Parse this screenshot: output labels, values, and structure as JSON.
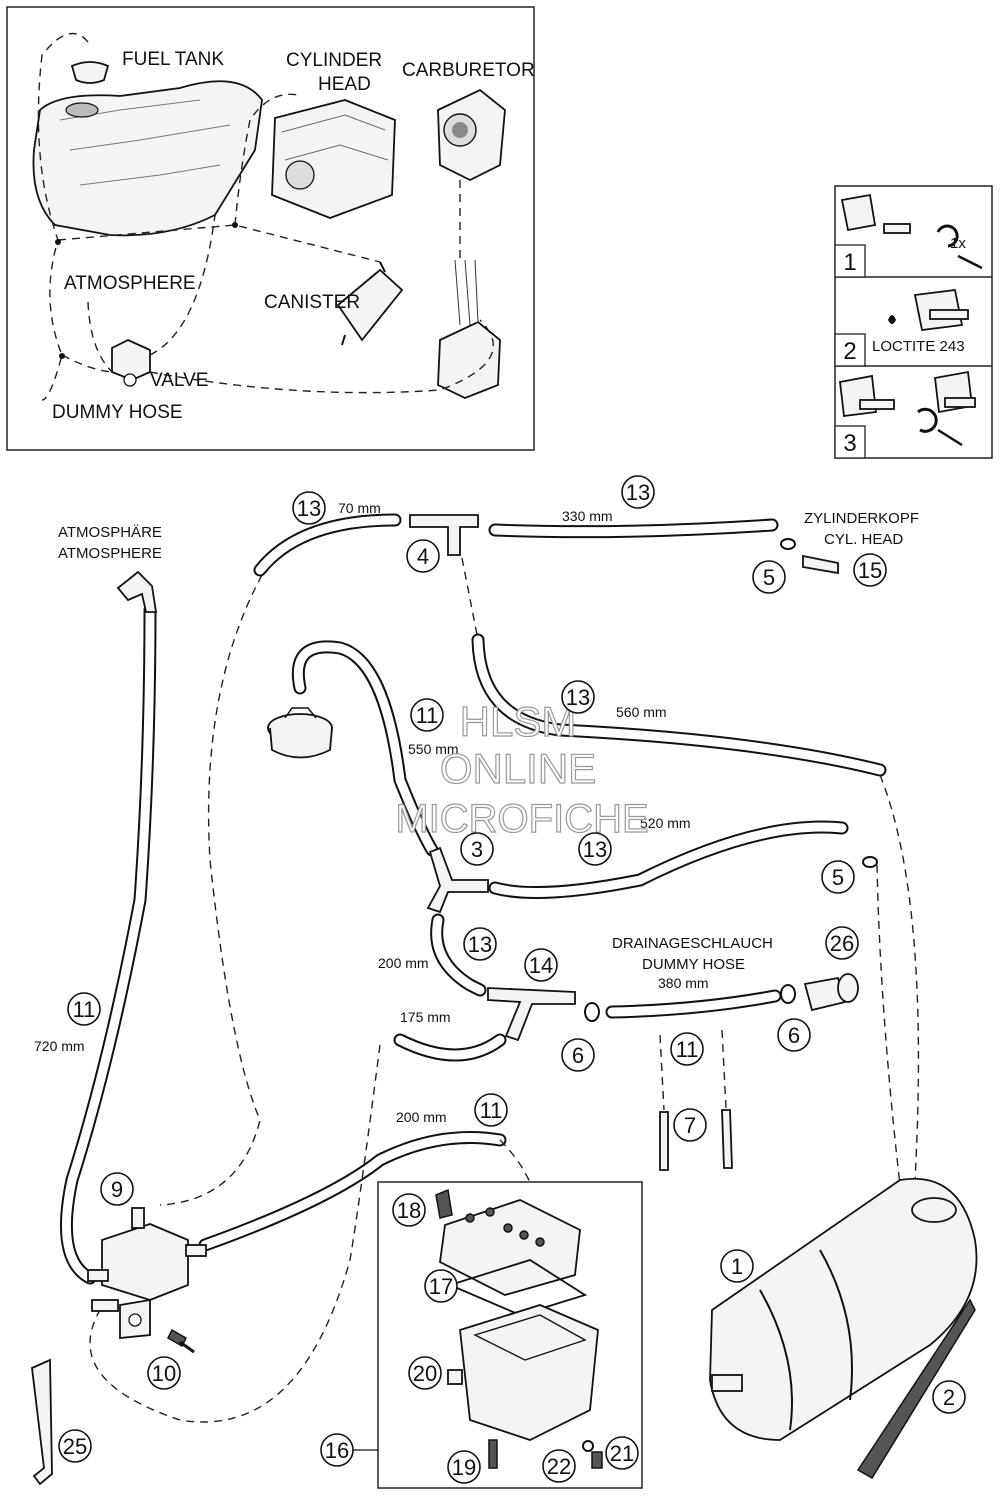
{
  "inset": {
    "fuel_tank": "FUEL TANK",
    "cylinder_head_1": "CYLINDER",
    "cylinder_head_2": "HEAD",
    "carburetor": "CARBURETOR",
    "atmosphere": "ATMOSPHERE",
    "canister": "CANISTER",
    "valve": "VALVE",
    "dummy_hose": "DUMMY HOSE"
  },
  "legend": {
    "step1": "1",
    "step2": "2",
    "step3": "3",
    "torque": "1x",
    "loctite": "LOCTITE 243"
  },
  "labels": {
    "atmosphaere": "ATMOSPHÄRE",
    "atmosphere": "ATMOSPHERE",
    "zylinderkopf": "ZYLINDERKOPF",
    "cyl_head": "CYL. HEAD",
    "drainage": "DRAINAGESCHLAUCH",
    "dummy_hose": "DUMMY HOSE"
  },
  "measurements": {
    "m70": "70 mm",
    "m330": "330 mm",
    "m560": "560 mm",
    "m550": "550 mm",
    "m520": "520 mm",
    "m200a": "200 mm",
    "m175": "175 mm",
    "m380": "380 mm",
    "m720": "720 mm",
    "m200b": "200 mm"
  },
  "callouts": {
    "c13a": "13",
    "c4": "4",
    "c13b": "13",
    "c5a": "5",
    "c15": "15",
    "c13c": "13",
    "c11a": "11",
    "c3": "3",
    "c13d": "13",
    "c5b": "5",
    "c13e": "13",
    "c14": "14",
    "c26": "26",
    "c6a": "6",
    "c11b": "11",
    "c6b": "6",
    "c7": "7",
    "c11c": "11",
    "c11d": "11",
    "c9": "9",
    "c18": "18",
    "c17": "17",
    "c1": "1",
    "c10": "10",
    "c20": "20",
    "c2": "2",
    "c25": "25",
    "c16": "16",
    "c19": "19",
    "c22": "22",
    "c21": "21"
  },
  "watermark": {
    "line1": "HLSM",
    "line2": "ONLINE",
    "line3": "MICROFICHE"
  }
}
